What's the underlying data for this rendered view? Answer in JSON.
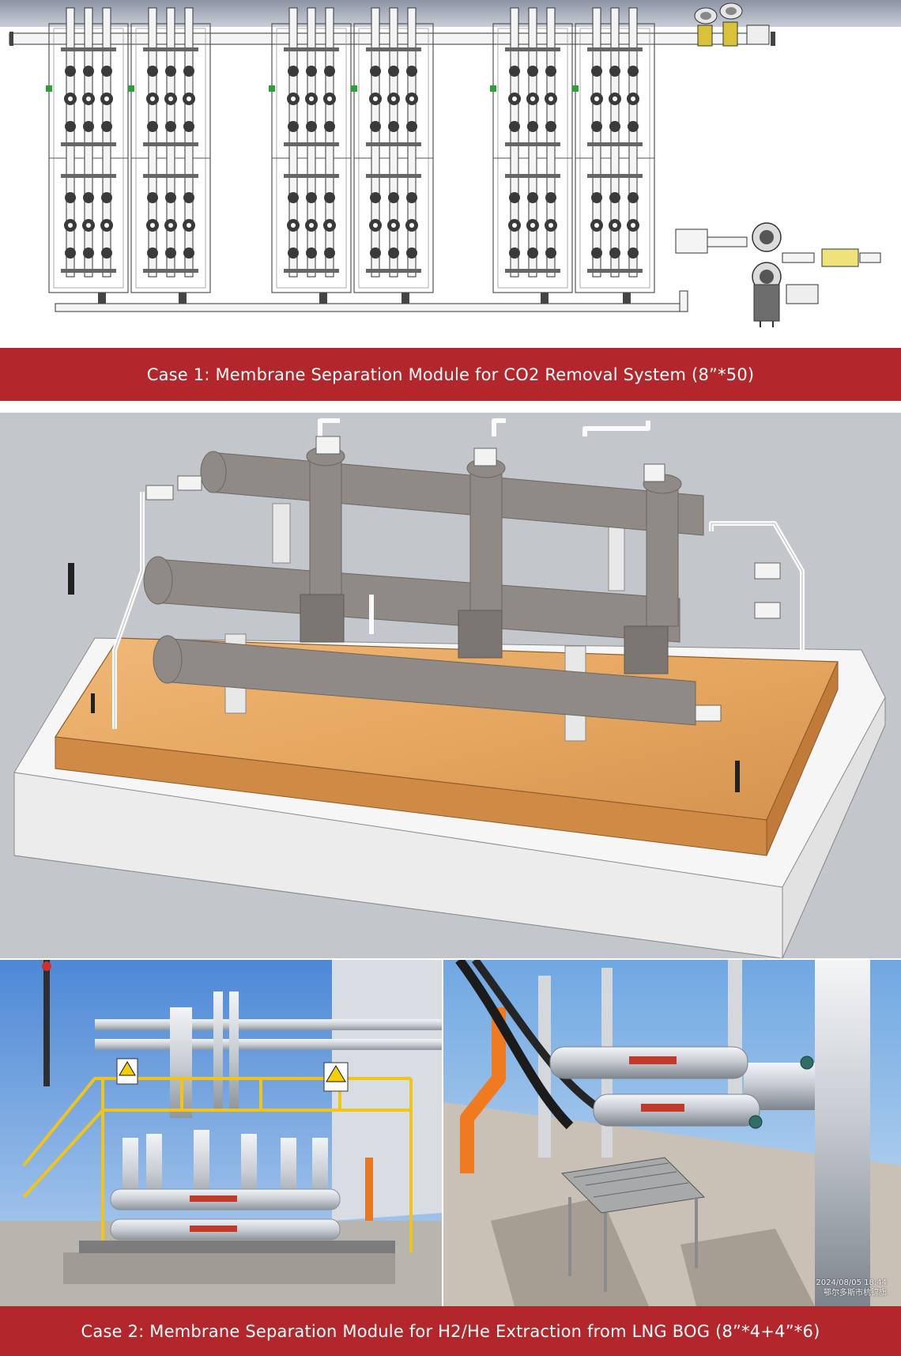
{
  "case1": {
    "banner_text": "Case 1: Membrane Separation Module for CO2 Removal System (8”*50)"
  },
  "case2": {
    "banner_text": "Case 2: Membrane Separation Module for H2/He Extraction from LNG BOG (8”*4+4”*6)",
    "photo_timestamp": "2024/08/05 18:44",
    "photo_location": "鄂尔多斯市杭锦旗"
  },
  "colors": {
    "banner_red": "#b3262b",
    "banner_text": "#ffffff",
    "model_background": "#c3c6cb",
    "skid_wood": "#e7aa6a",
    "vessel_gray": "#8f8a86"
  },
  "icons": {
    "warning_sign": "warning-triangle-icon"
  }
}
